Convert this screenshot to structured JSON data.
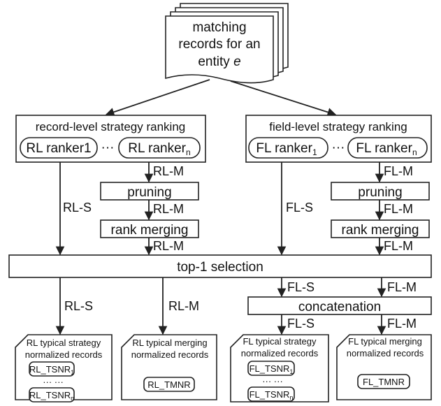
{
  "input_doc": {
    "line1": "matching",
    "line2": "records for an",
    "line3_prefix": "entity ",
    "line3_var": "e"
  },
  "record_level": {
    "title": "record-level strategy ranking",
    "ranker1": "RL ranker1",
    "ellipsis": "···",
    "ranker_n_base": "RL ranker",
    "ranker_n_sub": "n"
  },
  "field_level": {
    "title": "field-level strategy ranking",
    "ranker1_base": "FL ranker",
    "ranker1_sub": "1",
    "ellipsis": "···",
    "ranker_n_base": "FL ranker",
    "ranker_n_sub": "n"
  },
  "steps": {
    "pruning": "pruning",
    "rank_merging": "rank merging",
    "top1": "top-1 selection",
    "concatenation": "concatenation"
  },
  "edge_labels": {
    "rl_m": "RL-M",
    "rl_s": "RL-S",
    "fl_m": "FL-M",
    "fl_s": "FL-S"
  },
  "outputs": {
    "rl_strategy": {
      "line1": "RL typical strategy",
      "line2": "normalized records",
      "item1_base": "RL_TSNR",
      "item1_sub": "1",
      "dots": "··· ···",
      "item_n_base": "RL_TSNR",
      "item_n_sub": "n"
    },
    "rl_merging": {
      "line1": "RL typical merging",
      "line2": "normalized records",
      "item": "RL_TMNR"
    },
    "fl_strategy": {
      "line1": "FL typical strategy",
      "line2": "normalized records",
      "item1_base": "FL_TSNR",
      "item1_sub": "1",
      "dots": "··· ···",
      "item_n_base": "FL_TSNR",
      "item_n_sub": "n"
    },
    "fl_merging": {
      "line1": "FL typical merging",
      "line2": "normalized records",
      "item": "FL_TMNR"
    }
  }
}
